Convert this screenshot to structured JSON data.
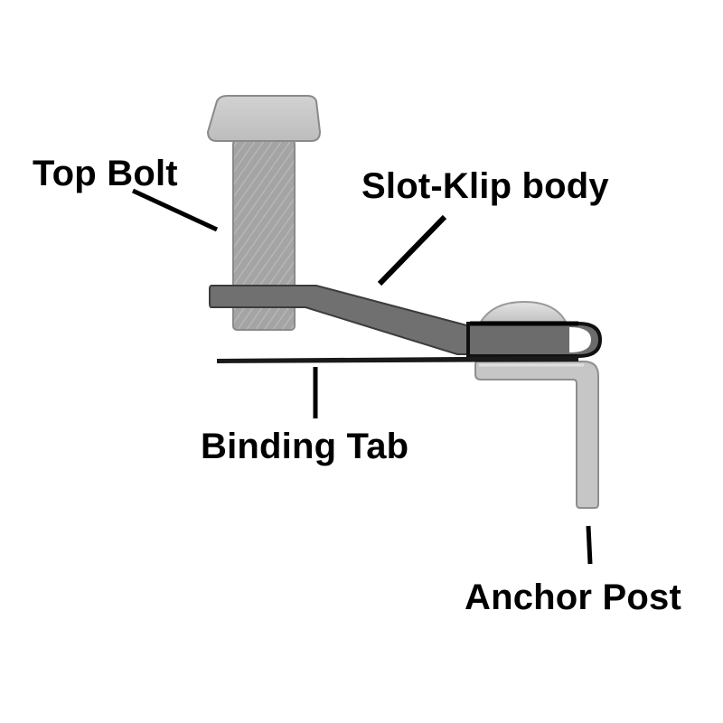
{
  "diagram": {
    "type": "labeled-part-diagram",
    "labels": {
      "top_bolt": "Top Bolt",
      "slot_klip_body": "Slot-Klip body",
      "binding_tab": "Binding Tab",
      "anchor_post": "Anchor Post"
    },
    "colors": {
      "background": "#ffffff",
      "label_text": "#000000",
      "leader_line": "#000000",
      "bolt_head": "#c8c8c8",
      "bolt_shank": "#a6a6a6",
      "klip_body": "#6e6e6e",
      "binding_tab": "#1a1a1a",
      "anchor_post": "#c4c4c4",
      "rivet_dome": "#d6d6d6"
    },
    "parts": [
      {
        "id": "top-bolt",
        "label_ref": "top_bolt"
      },
      {
        "id": "slot-klip-body",
        "label_ref": "slot_klip_body"
      },
      {
        "id": "binding-tab",
        "label_ref": "binding_tab"
      },
      {
        "id": "anchor-post",
        "label_ref": "anchor_post"
      }
    ]
  }
}
